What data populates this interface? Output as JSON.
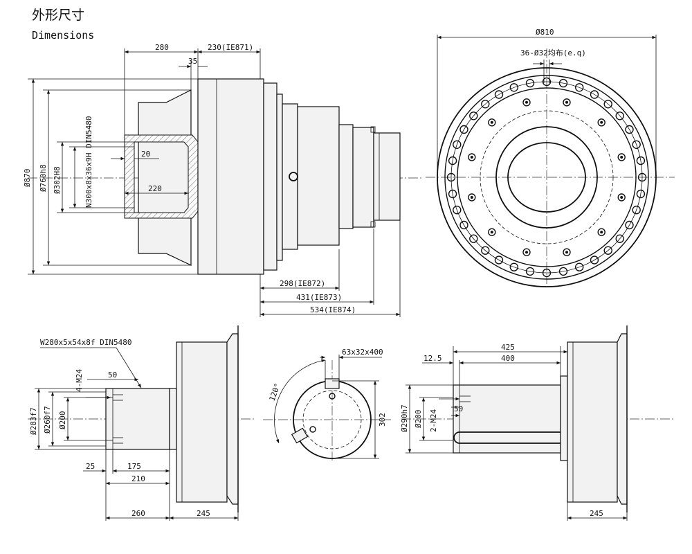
{
  "title": {
    "cn": "外形尺寸",
    "en": "Dimensions"
  },
  "side_view": {
    "dim_280": "280",
    "dim_230": "230(IE871)",
    "dim_35": "35",
    "dim_20": "20",
    "dim_220": "220",
    "dim_d870": "Ø870",
    "dim_d760": "Ø760h8",
    "dim_d302": "Ø302H8",
    "spline_note": "N300x8x36x9H DIN5480",
    "dim_298": "298(IE872)",
    "dim_431": "431(IE873)",
    "dim_534": "534(IE874)"
  },
  "front_view": {
    "dim_d810": "Ø810",
    "holes_note": "36-Ø32均布(e.q)"
  },
  "spline_shaft_view": {
    "spline_note": "W280x5x54x8f DIN5480",
    "thread_note": "4-M24",
    "dim_50": "50",
    "dim_d283": "Ø283f7",
    "dim_d260": "Ø260f7",
    "dim_d200": "Ø200",
    "dim_25": "25",
    "dim_175": "175",
    "dim_210": "210",
    "dim_260": "260",
    "dim_245": "245"
  },
  "section_view": {
    "key_note": "63x32x400",
    "angle": "120°",
    "dim_302": "302"
  },
  "keyed_shaft_view": {
    "dim_425": "425",
    "dim_12_5": "12.5",
    "dim_400": "400",
    "dim_d290": "Ø290h7",
    "dim_d200": "Ø200",
    "thread_note": "2-M24",
    "dim_50": "50",
    "dim_245": "245"
  }
}
